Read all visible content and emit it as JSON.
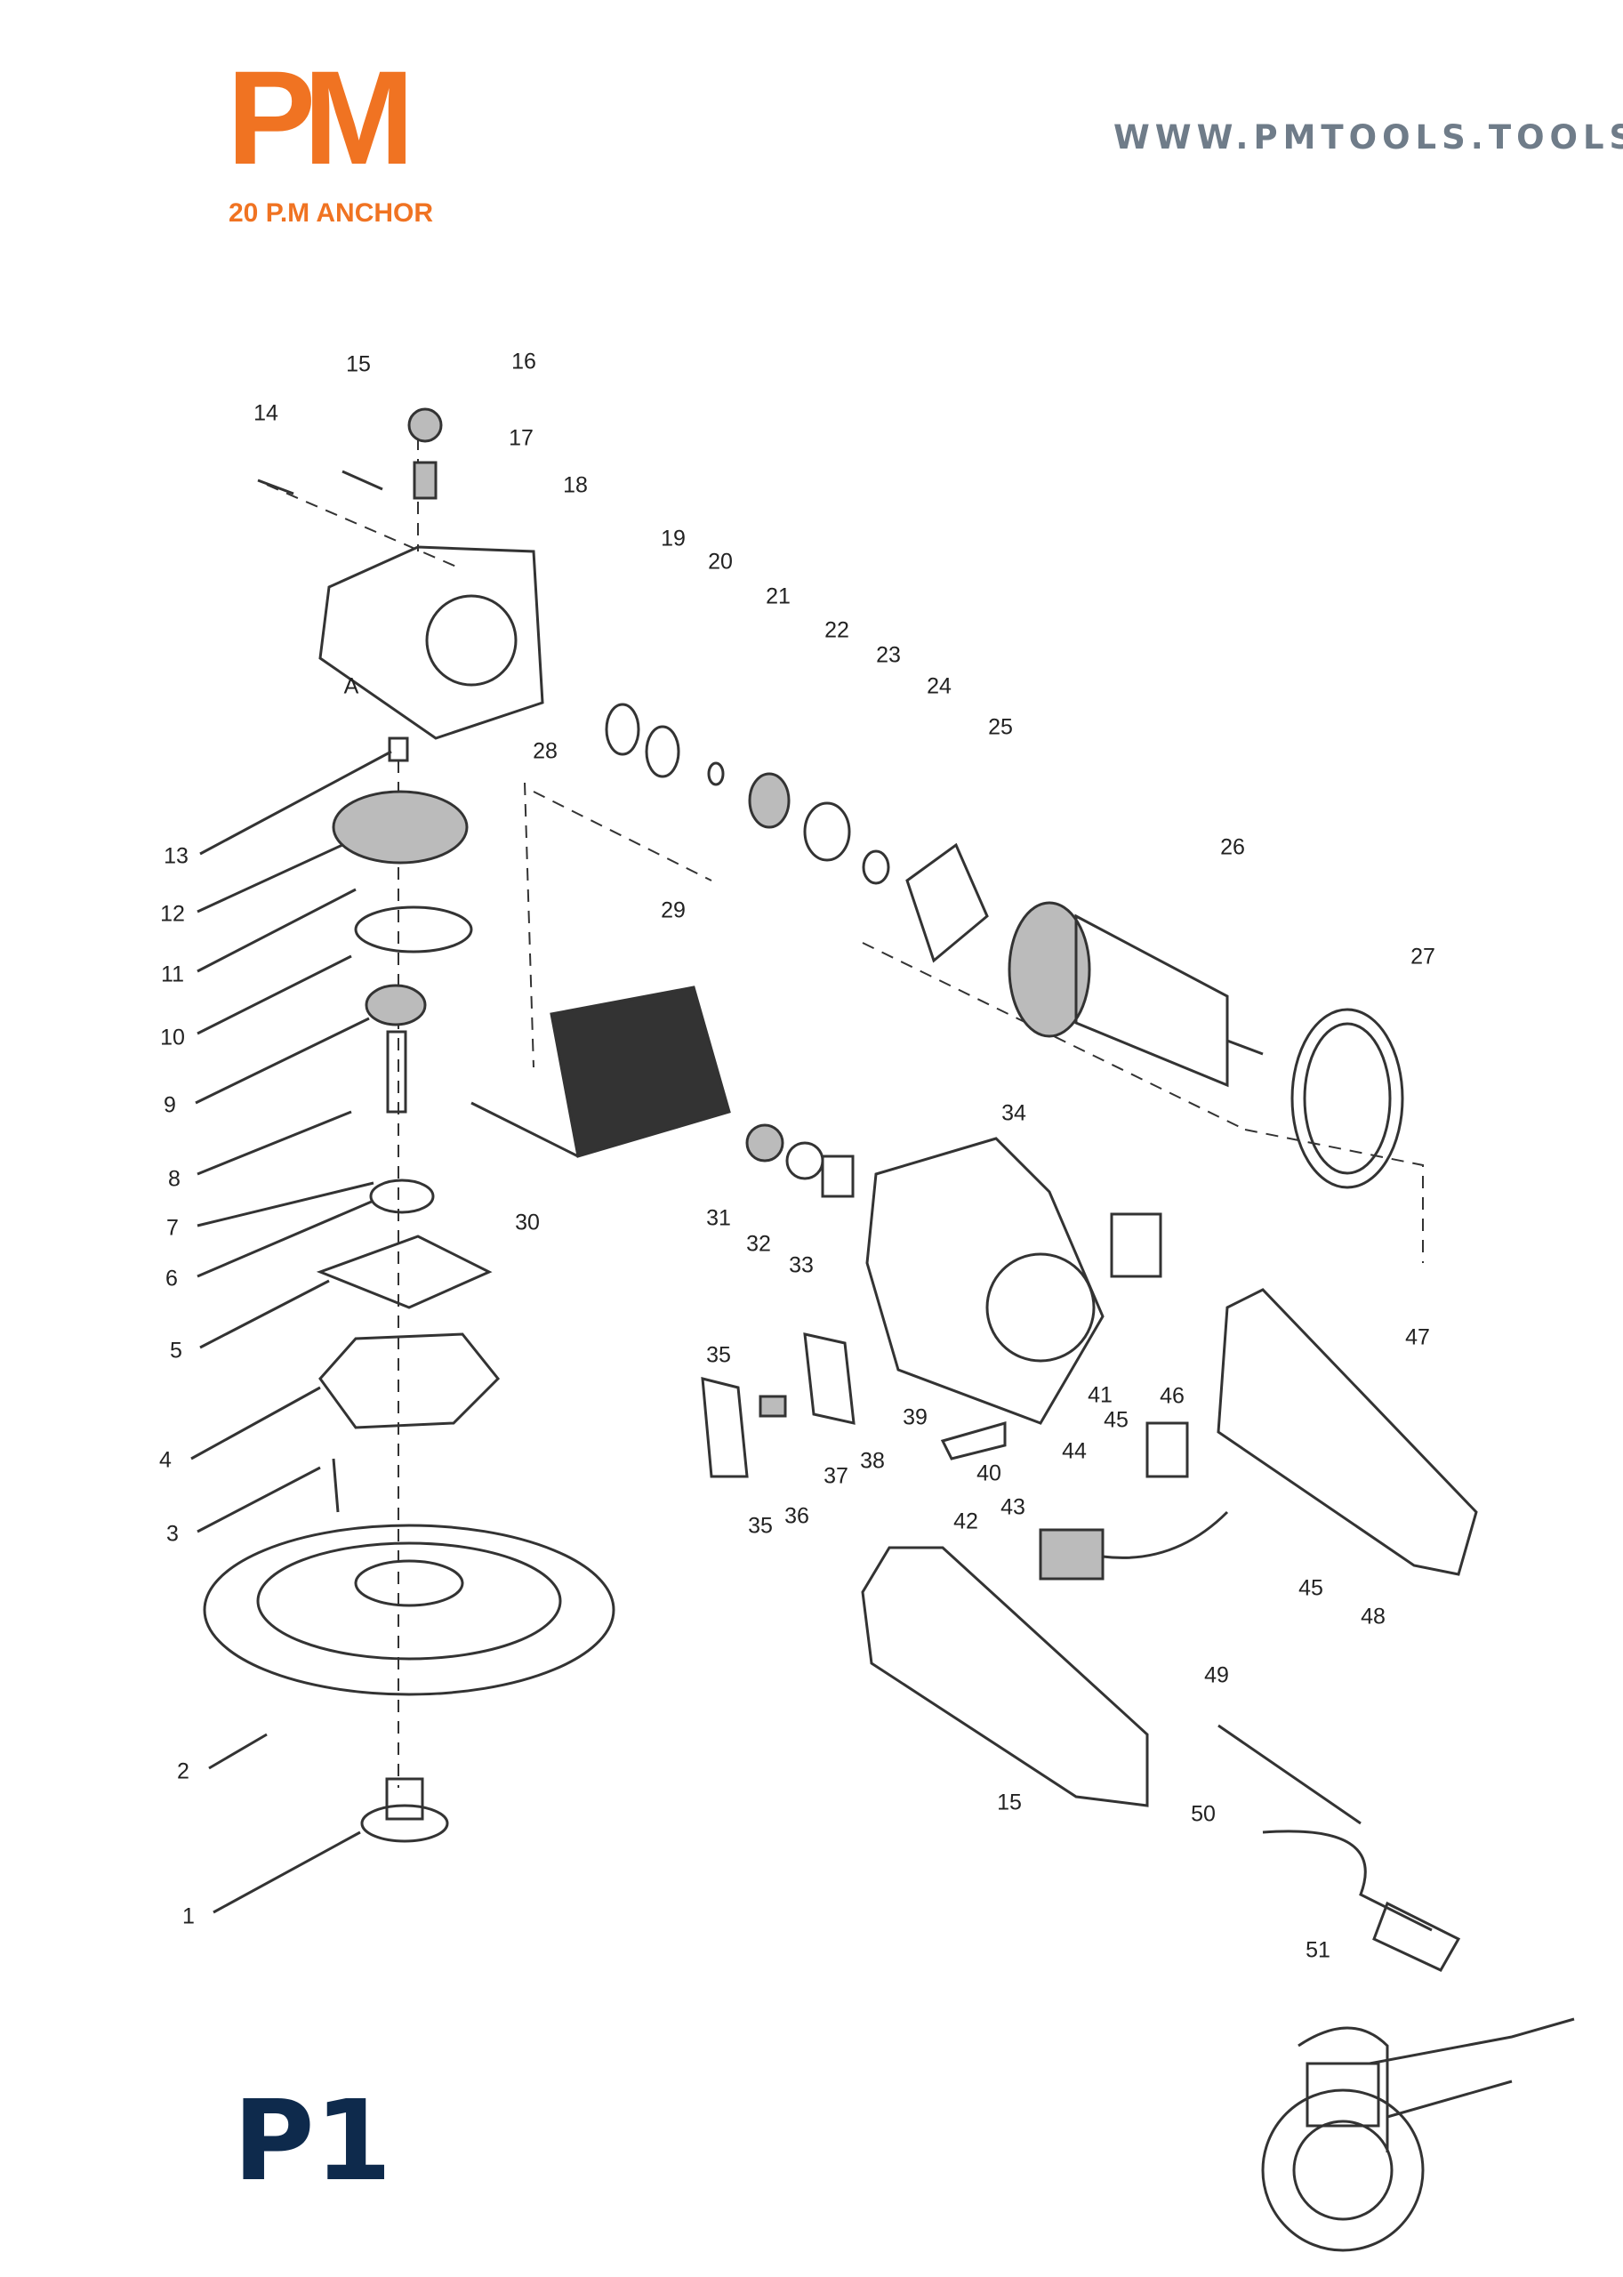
{
  "brand": {
    "logo_text": "PM",
    "logo_sub": "20 P.M ANCHOR",
    "brand_color": "#f07322"
  },
  "header": {
    "url": "WWW.PMTOOLS.TOOLS"
  },
  "page_label": "P1",
  "diagram": {
    "title": "Exploded parts diagram - rotary polisher",
    "callouts": [
      "1",
      "2",
      "3",
      "4",
      "5",
      "6",
      "7",
      "8",
      "9",
      "10",
      "11",
      "12",
      "13",
      "14",
      "15",
      "16",
      "17",
      "18",
      "19",
      "20",
      "21",
      "22",
      "23",
      "24",
      "25",
      "26",
      "27",
      "28",
      "29",
      "30",
      "31",
      "32",
      "33",
      "34",
      "35",
      "36",
      "37",
      "38",
      "39",
      "40",
      "41",
      "42",
      "43",
      "44",
      "45",
      "46",
      "47",
      "48",
      "49",
      "50",
      "51",
      "A",
      "35",
      "15",
      "45"
    ]
  }
}
